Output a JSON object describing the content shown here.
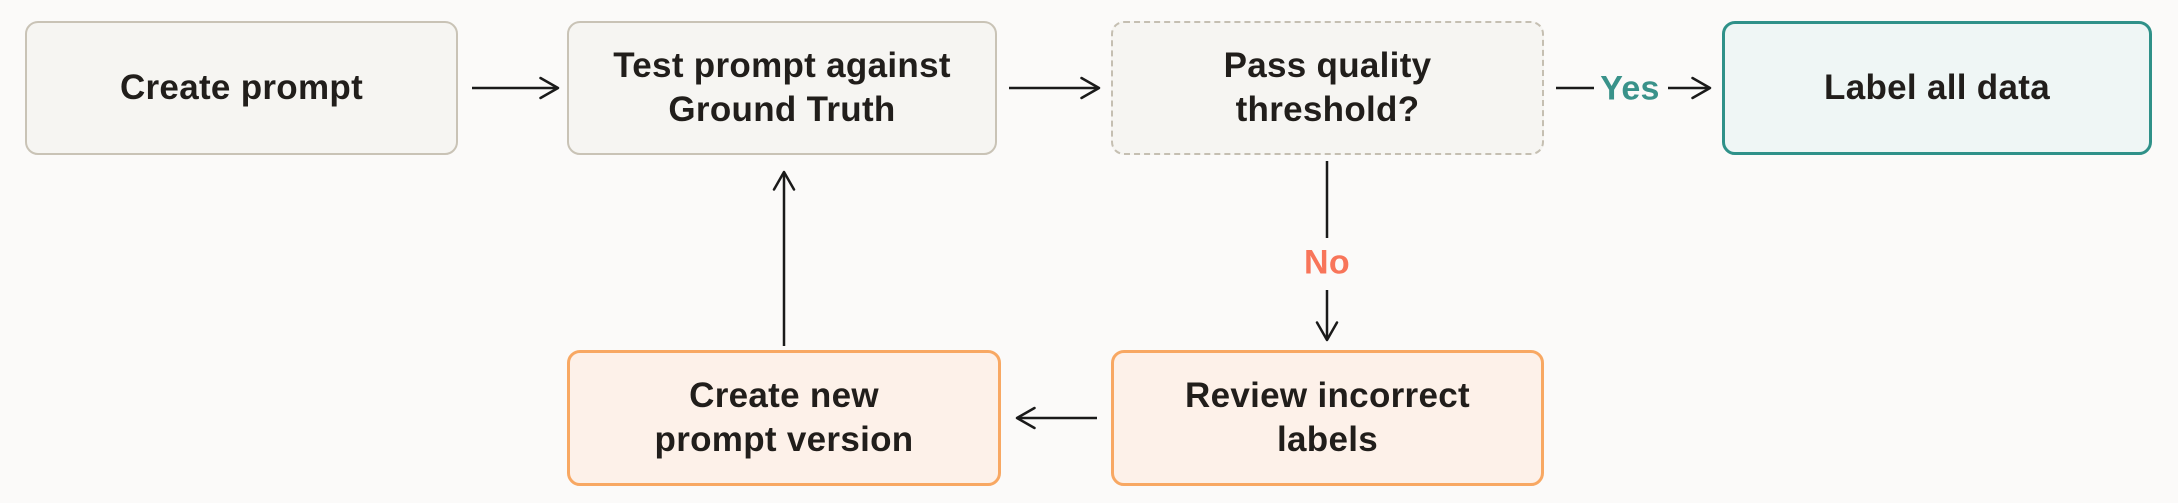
{
  "diagram": {
    "type": "flowchart",
    "nodes": [
      {
        "id": "create-prompt",
        "style": "neutral",
        "lines": [
          "Create prompt"
        ]
      },
      {
        "id": "test-prompt",
        "style": "neutral",
        "lines": [
          "Test prompt against",
          "Ground Truth"
        ]
      },
      {
        "id": "pass-threshold",
        "style": "decision-dashed",
        "lines": [
          "Pass quality",
          "threshold?"
        ]
      },
      {
        "id": "label-all-data",
        "style": "success",
        "lines": [
          "Label all data"
        ]
      },
      {
        "id": "review-labels",
        "style": "warning",
        "lines": [
          "Review incorrect",
          "labels"
        ]
      },
      {
        "id": "new-version",
        "style": "warning",
        "lines": [
          "Create new",
          "prompt version"
        ]
      }
    ],
    "edges": [
      {
        "from": "create-prompt",
        "to": "test-prompt",
        "label": ""
      },
      {
        "from": "test-prompt",
        "to": "pass-threshold",
        "label": ""
      },
      {
        "from": "pass-threshold",
        "to": "label-all-data",
        "label": "Yes"
      },
      {
        "from": "pass-threshold",
        "to": "review-labels",
        "label": "No"
      },
      {
        "from": "review-labels",
        "to": "new-version",
        "label": ""
      },
      {
        "from": "new-version",
        "to": "test-prompt",
        "label": ""
      }
    ],
    "colors": {
      "background": "#fbfaf9",
      "node_neutral_bg": "#f6f5f2",
      "node_neutral_border": "#c9c3b6",
      "node_dashed_border": "#c5bfb2",
      "node_success_bg": "#eff6f5",
      "node_success_border": "#2f9189",
      "node_warning_bg": "#fdf1e9",
      "node_warning_border": "#f8a863",
      "label_yes": "#39928a",
      "label_no": "#f8755a",
      "text": "#211e1b",
      "arrow": "#1a1a1a"
    }
  }
}
